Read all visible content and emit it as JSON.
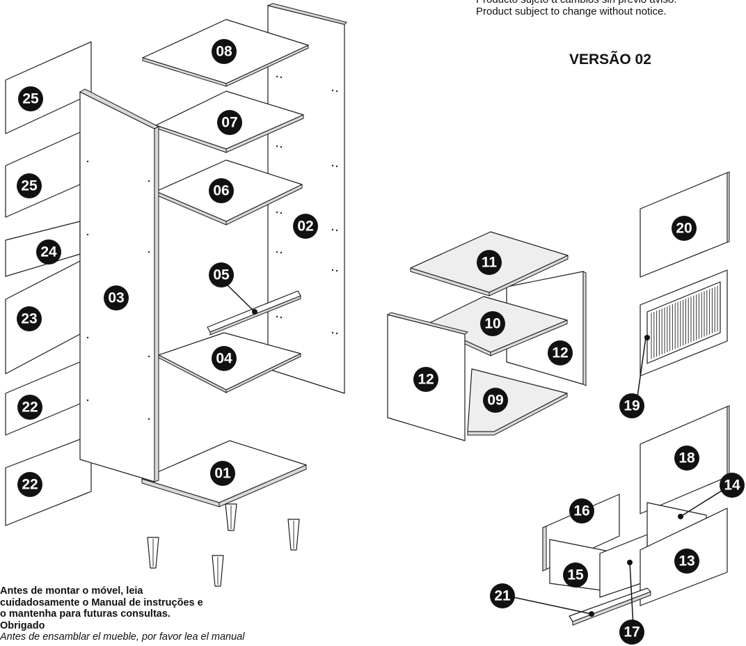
{
  "header": {
    "notice_line1": "Producto sujeto a cambios sin previo aviso.",
    "notice_line2": "Product subject to change without notice.",
    "version": "VERSÃO 02"
  },
  "footer": {
    "line1": "Antes de montar o móvel, leia",
    "line2": "cuidadosamente o Manual de instruções e",
    "line3": "o mantenha para futuras consultas.",
    "line4": "Obrigado",
    "line5": "Antes de ensamblar el mueble, por favor lea el manual"
  },
  "parts": {
    "p01": "01",
    "p02": "02",
    "p03": "03",
    "p04": "04",
    "p05": "05",
    "p06": "06",
    "p07": "07",
    "p08": "08",
    "p09": "09",
    "p10": "10",
    "p11": "11",
    "p12a": "12",
    "p12b": "12",
    "p13": "13",
    "p14": "14",
    "p15": "15",
    "p16": "16",
    "p17": "17",
    "p18": "18",
    "p19": "19",
    "p20": "20",
    "p21": "21",
    "p22a": "22",
    "p22b": "22",
    "p23": "23",
    "p24": "24",
    "p25a": "25",
    "p25b": "25"
  }
}
